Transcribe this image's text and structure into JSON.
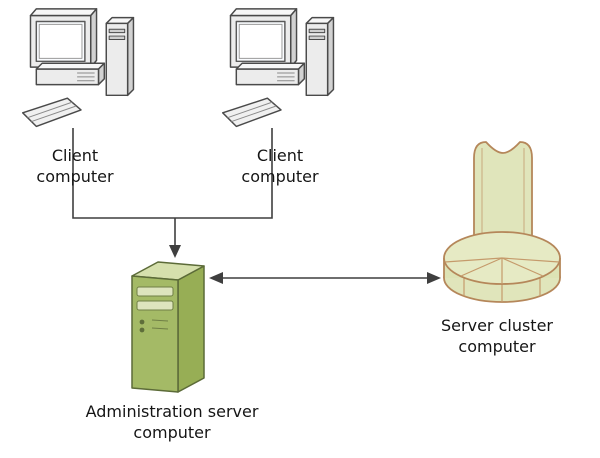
{
  "diagram": {
    "labels": {
      "client1": "Client computer",
      "client2": "Client computer",
      "admin_server": "Administration server computer",
      "server_cluster": "Server cluster computer"
    },
    "colors": {
      "server_front": "#a4ba66",
      "server_side": "#97ae55",
      "server_top": "#d6e0ad",
      "server_bay": "#dde4bd",
      "cluster_fill": "#e0e5bb",
      "cluster_top": "#e6eac4",
      "cluster_outline": "#b5875a",
      "computer_body": "#efefef",
      "connector": "#3f3f3f"
    },
    "connections": [
      {
        "from": "client1",
        "to": "admin_server",
        "type": "arrow"
      },
      {
        "from": "client2",
        "to": "admin_server",
        "type": "arrow"
      },
      {
        "from": "admin_server",
        "to": "server_cluster",
        "type": "double-arrow"
      }
    ]
  }
}
